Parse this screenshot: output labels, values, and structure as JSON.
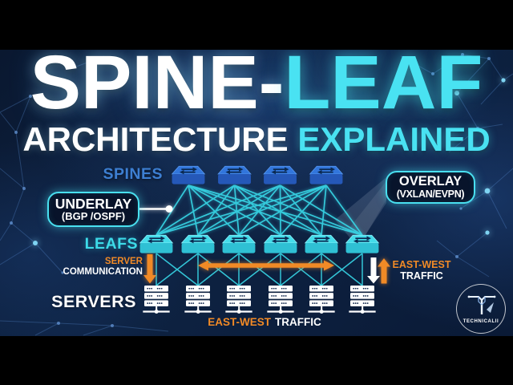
{
  "title": {
    "white_part": "SPINE-",
    "cyan_part": "LEAF"
  },
  "subtitle": {
    "white_part": "ARCHITECTURE ",
    "cyan_part": "EXPLAINED"
  },
  "diagram": {
    "spines_label": "SPINES",
    "leafs_label": "LEAFS",
    "servers_label": "SERVERS",
    "spine_count": 4,
    "leaf_count": 6,
    "server_count": 6,
    "annotations": {
      "server_communication": {
        "line1": "SERVER",
        "line2": "COMMUNICATION"
      },
      "east_west_side": {
        "line1": "EAST-WEST",
        "line2": "TRAFFIC"
      },
      "east_west_bottom": {
        "orange_part": "EAST-WEST",
        "white_part": "TRAFFIC"
      }
    },
    "callouts": {
      "underlay": {
        "title": "UNDERLAY",
        "subtitle": "(BGP /OSPF)"
      },
      "overlay": {
        "title": "OVERLAY",
        "subtitle": "(VXLAN/EVPN)"
      }
    }
  },
  "logo": {
    "text": "TECHNICALII"
  },
  "colors": {
    "background_navy": "#0d2140",
    "cyan_accent": "#49e2f2",
    "blue_label": "#3d7fd2",
    "orange_accent": "#f18a26",
    "spine_blue_top": "#3276dc",
    "spine_blue_front": "#2558b8",
    "leaf_cyan_top": "#45dcea",
    "leaf_cyan_front": "#2fc0d4",
    "mesh_line": "#38d8e8",
    "white": "#ffffff"
  },
  "icons": {
    "spine_switch": "3d-switch-with-arrows",
    "leaf_switch": "3d-switch-with-arrows",
    "server": "rack-server-stack",
    "down_arrow": "orange-down-arrow",
    "up_arrow": "orange-up-arrow",
    "double_arrow": "orange-horizontal-double-arrow",
    "white_down_arrow": "white-down-arrow",
    "connector_dot": "white-dot-with-line",
    "logo_mark": "circuit-letter-t"
  }
}
